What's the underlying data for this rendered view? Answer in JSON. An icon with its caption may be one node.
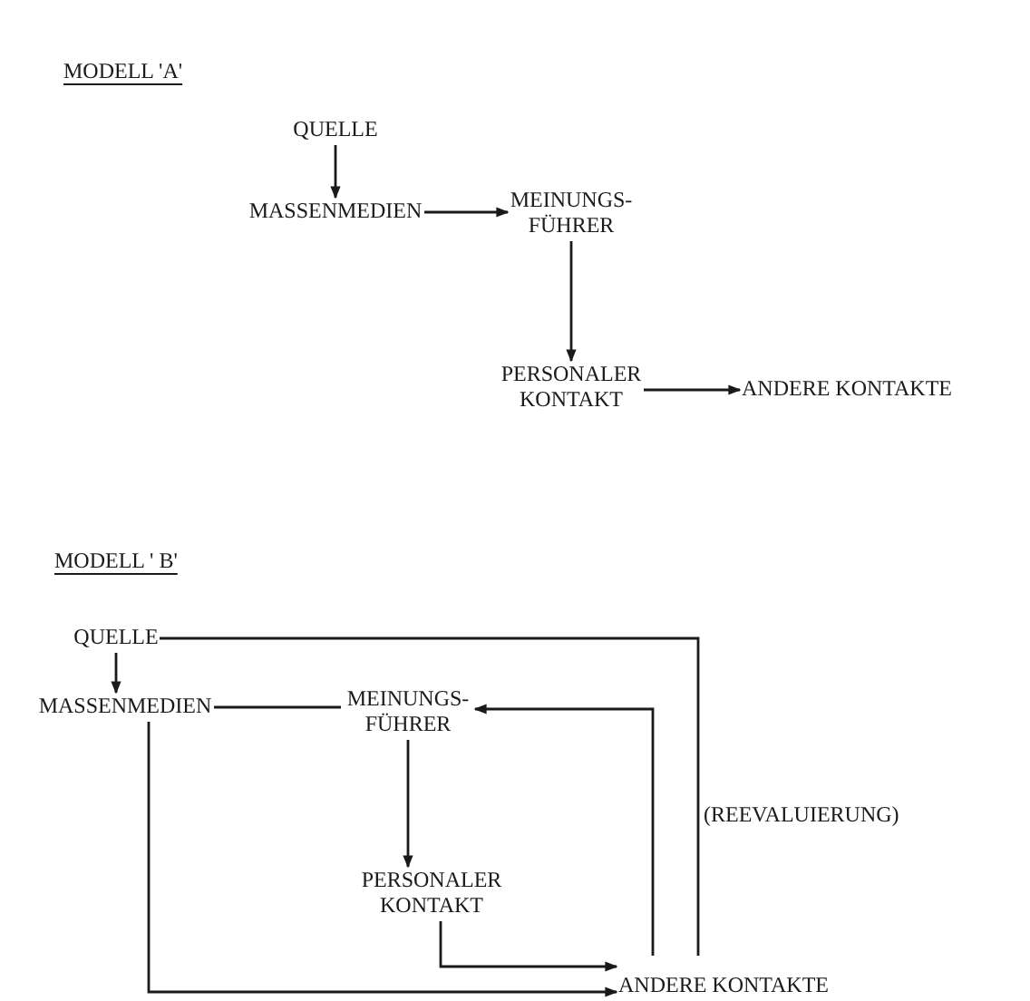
{
  "diagram": {
    "nodes": [
      {
        "text": [
          "QUELLE"
        ]
      },
      {
        "text": [
          "MASSENMEDIEN"
        ]
      },
      {
        "text": [
          "MEINUNGS- FÜHRER"
        ]
      },
      {
        "text": [
          "PERSONALER KONTAKT"
        ]
      },
      {
        "text": [
          "ANDERE KONTAKTE"
        ]
      },
      {
        "text": [
          "QUELLE"
        ]
      },
      {
        "text": [
          "MASSENMEDIEN"
        ]
      },
      {
        "text": [
          "MEINUNGS- FÜHRER"
        ]
      },
      {
        "text": [
          "PERSONALER KONTAKT"
        ]
      },
      {
        "text": [
          "ANDERE KONTAKTE"
        ]
      }
    ],
    "edges": [
      {
        "from": 0,
        "to": 1,
        "arrow": "to"
      },
      {
        "from": 1,
        "to": 2,
        "arrow": "to"
      },
      {
        "from": 2,
        "to": 3,
        "arrow": "to"
      },
      {
        "from": 3,
        "to": 4,
        "arrow": "to"
      },
      {
        "from": 5,
        "to": 6,
        "arrow": "to"
      },
      {
        "from": 6,
        "to": 7,
        "arrow": "none"
      },
      {
        "from": 7,
        "to": 8,
        "arrow": "to"
      },
      {
        "from": 8,
        "to": 9,
        "arrow": "to"
      },
      {
        "from": 6,
        "to": 9,
        "arrow": "to"
      },
      {
        "from": 9,
        "to": 7,
        "arrow": "to"
      },
      {
        "from": 5,
        "to": 9,
        "arrow": "none"
      }
    ],
    "labels": [
      "MODELL 'A'",
      "MODELL ' B'",
      "(REEVALUIERUNG)"
    ]
  }
}
